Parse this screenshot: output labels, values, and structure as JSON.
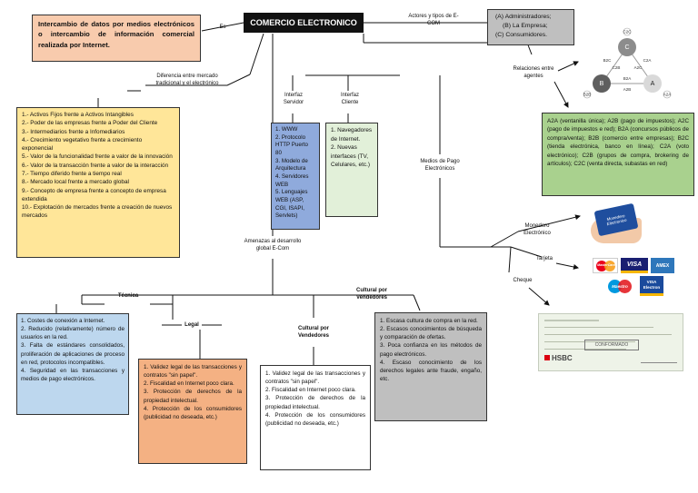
{
  "title": "COMERCIO ELECTRONICO",
  "definition": {
    "connector": "Es",
    "text": "Intercambio de datos por medios electrónicos o intercambio de información comercial realizada por Internet."
  },
  "actors": {
    "connector": "Actores y tipos de E-COM",
    "lines": [
      "(A) Administradores;",
      "(B) La Empresa;",
      "(C) Consumidores."
    ]
  },
  "relations": {
    "label": "Relaciones entre agentes",
    "diagram_nodes": [
      "A",
      "B",
      "C",
      "C2C",
      "B2B",
      "A2A",
      "B2A",
      "A2B",
      "C2A",
      "A2C",
      "B2C",
      "C2B"
    ],
    "text": "A2A (ventanilla única); A2B (pago de impuestos); A2C (pago de impuestos e red); B2A (concursos públicos de compra/venta); B2B (comercio entre empresas); B2C (tienda electrónica, banco en línea); C2A (voto electrónico); C2B (grupos de compra, brokering de artículos); C2C (venta directa, subastas en red)"
  },
  "difference": {
    "label": "Diferencia entre mercado tradicional y el electrónico",
    "items": [
      "1.- Activos Fijos frente a Activos Intangibles",
      "2.- Poder de las empresas frente a Poder del Cliente",
      "3.- Intermediarios frente a Infomediarios",
      "4.- Crecimiento vegetativo frente a crecimiento exponencial",
      "5.- Valor de la funcionalidad frente a valor de la innovación",
      "6.- Valor de la transacción frente a valor de la interacción",
      "7.- Tiempo diferido frente a tiempo real",
      "8.- Mercado local frente a mercado global",
      "9.- Concepto de empresa frente a concepto de empresa extendida",
      "10.- Explotación de mercados frente a creación de nuevos mercados"
    ]
  },
  "server": {
    "label": "Interfaz Servidor",
    "items": [
      "1. WWW",
      "2. Protocolo HTTP Puerto 80",
      "3. Modelo de Arquitectura",
      "4. Servidores WEB",
      "5. Lenguajes WEB (ASP, CGI, ISAPI, Servlets)"
    ]
  },
  "client": {
    "label": "Interfaz Cliente",
    "items": [
      "1. Navegadores de Internet.",
      "2. Nuevas interfaces (TV, Celulares, etc.)"
    ]
  },
  "payments": {
    "label": "Medios de Pago Electrónicos",
    "wallet_label": "Monedero Electrónico",
    "card_label": "Tarjeta",
    "check_label": "Cheque",
    "wallet_card_text": "Monedero Electronico",
    "card_brands": [
      "MasterCard",
      "VISA",
      "AMEX",
      "Maestro",
      "VISA Electron"
    ],
    "check_bank": "HSBC",
    "check_stamp": "CONFORMADO"
  },
  "threats": {
    "label": "Amenazas al desarrollo global E-Com",
    "tecnica": {
      "label": "Técnica",
      "items": [
        "1. Costes de conexión a Internet.",
        "2. Reducido (relativamente) número de usuarios en la red.",
        "3. Falta de estándares consolidados, proliferación de aplicaciones de proceso en red, protocolos incompatibles.",
        "4. Seguridad en las transacciones y medios de pago electrónicos."
      ]
    },
    "legal": {
      "label": "Legal",
      "items": [
        "1. Validez legal de las transacciones y contratos \"sin papel\".",
        "2. Fiscalidad en Internet poco clara.",
        "3. Protección de derechos de la propiedad intelectual.",
        "4. Protección de los consumidores (publicidad no deseada, etc.)"
      ]
    },
    "cultural_center": {
      "label": "Cultural por Vendedores",
      "items": [
        "1. Validez legal de las transacciones y contratos \"sin papel\".",
        "2. Fiscalidad en Internet poco clara.",
        "3. Protección de derechos de la propiedad intelectual.",
        "4. Protección de los consumidores (publicidad no deseada, etc.)"
      ]
    },
    "cultural_right": {
      "label": "Cultural por Vendedores",
      "items": [
        "1. Escasa cultura de compra en la red.",
        "2. Escasos conocimientos de búsqueda y comparación de ofertas.",
        "3. Poca confianza en los métodos de pago electrónicos.",
        "4. Escaso conocimiento de los derechos legales ante fraude, engaño, etc."
      ]
    }
  },
  "colors": {
    "title_bg": "#111111",
    "definition_bg": "#f8cbad",
    "actors_bg": "#bfbfbf",
    "relations_bg": "#a9d18e",
    "difference_bg": "#ffe699",
    "server_bg": "#8faadc",
    "client_bg": "#e2f0d9",
    "tecnica_bg": "#bdd7ee",
    "legal_bg": "#f4b183",
    "cultural_right_bg": "#bfbfbf"
  }
}
